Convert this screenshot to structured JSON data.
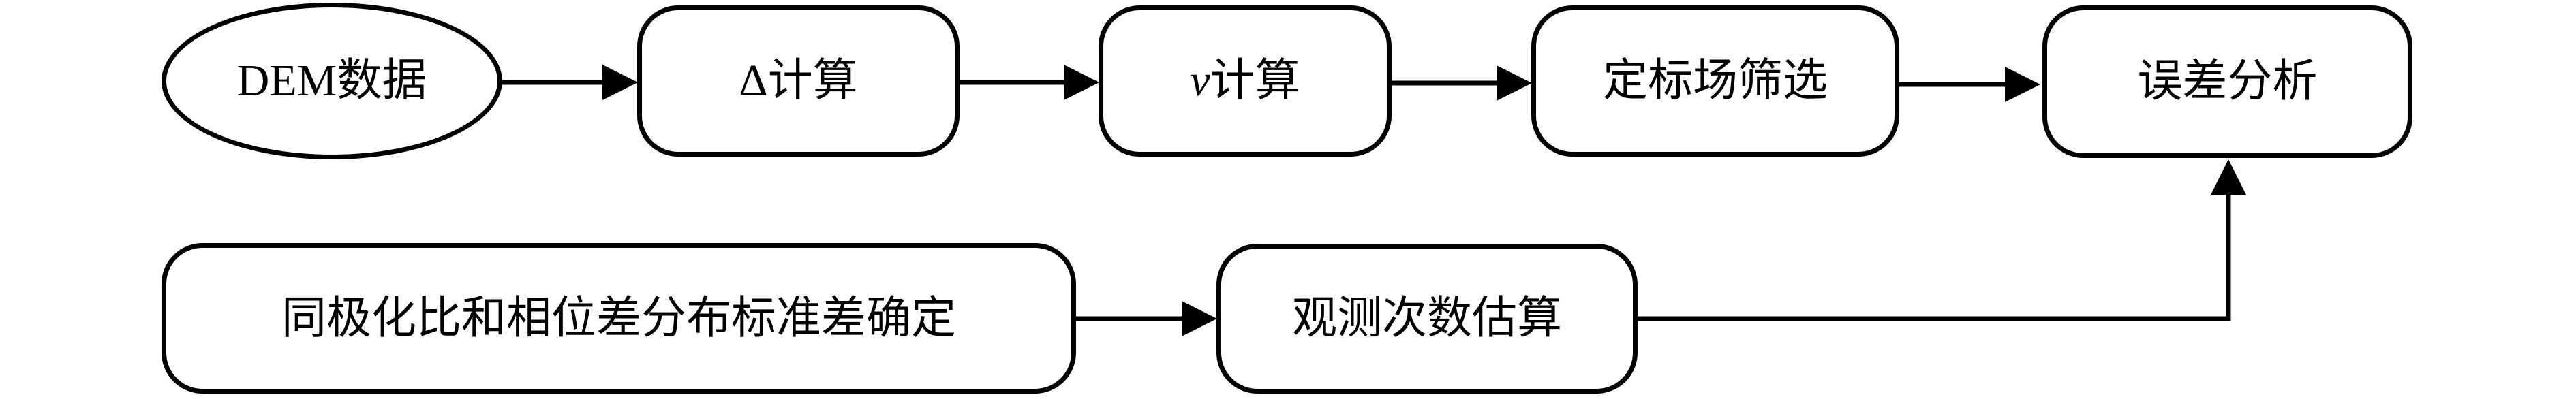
{
  "figure": {
    "type": "flowchart",
    "background": "#ffffff",
    "line_color": "#000000",
    "node_fill": "#ffffff",
    "nodes": [
      {
        "id": "dem-data",
        "shape": "ellipse",
        "prefix": "",
        "label": "DEM数据"
      },
      {
        "id": "delta-calculation",
        "shape": "rounded-rectangle",
        "prefix": "",
        "label": "Δ计算"
      },
      {
        "id": "v-calculation",
        "shape": "rounded-rectangle",
        "prefix": "v",
        "label": "计算"
      },
      {
        "id": "calibration-site-screening",
        "shape": "rounded-rectangle",
        "prefix": "",
        "label": "定标场筛选"
      },
      {
        "id": "error-analysis",
        "shape": "rounded-rectangle",
        "prefix": "",
        "label": "误差分析"
      },
      {
        "id": "copol-ratio-phase-diff-std-determination",
        "shape": "rounded-rectangle",
        "prefix": "",
        "label": "同极化比和相位差分布标准差确定"
      },
      {
        "id": "observation-count-estimation",
        "shape": "rounded-rectangle",
        "prefix": "",
        "label": "观测次数估算"
      }
    ],
    "edges": [
      {
        "from": "dem-data",
        "to": "delta-calculation"
      },
      {
        "from": "delta-calculation",
        "to": "v-calculation"
      },
      {
        "from": "v-calculation",
        "to": "calibration-site-screening"
      },
      {
        "from": "calibration-site-screening",
        "to": "error-analysis"
      },
      {
        "from": "copol-ratio-phase-diff-std-determination",
        "to": "observation-count-estimation"
      },
      {
        "from": "observation-count-estimation",
        "to": "error-analysis",
        "route": "right-then-up"
      }
    ]
  }
}
